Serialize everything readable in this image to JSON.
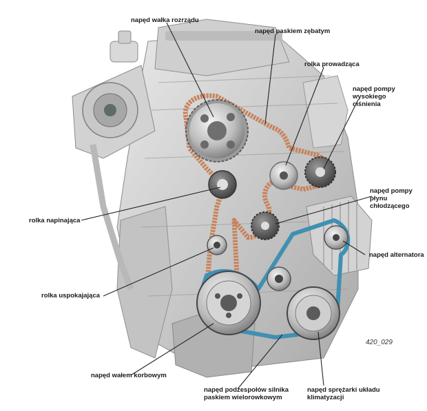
{
  "labels": {
    "camshaft_drive": "napęd wałka rozrządu",
    "toothed_belt_drive": "napęd paskiem zębatym",
    "guide_roller": "rolka prowadząca",
    "hp_pump_drive": "napęd pompy wysokiego\nciśnienia",
    "coolant_pump_drive": "napęd pompy\npłynu\nchłodzącego",
    "tensioner": "rolka napinająca",
    "alternator_drive": "napęd alternatora",
    "damper_roller": "rolka uspokajająca",
    "crankshaft_drive": "napęd wałem korbowym",
    "aux_drive": "napęd podzespołów silnika\npaskiem wielorowkowym",
    "ac_compressor_drive": "napęd sprężarki układu\nklimatyzacji"
  },
  "figure_ref": "420_029",
  "colors": {
    "engine_light": "#dcdcdc",
    "engine_mid": "#b9b9b9",
    "engine_dark": "#7d7d7d",
    "timing_belt": "#c8825a",
    "poly_v_belt": "#3f90b3",
    "leader_line": "#222222"
  }
}
